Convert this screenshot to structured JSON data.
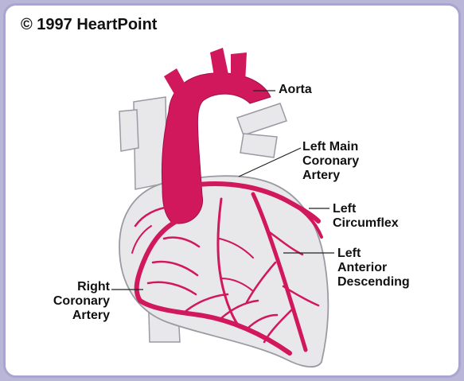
{
  "copyright": "© 1997 HeartPoint",
  "labels": {
    "aorta": "Aorta",
    "left_main": [
      "Left Main",
      "Coronary",
      "Artery"
    ],
    "left_circumflex": [
      "Left",
      "Circumflex"
    ],
    "left_anterior_descending": [
      "Left",
      "Anterior",
      "Descending"
    ],
    "right_coronary": [
      "Right",
      "Coronary",
      "Artery"
    ]
  },
  "colors": {
    "artery": "#d1185c",
    "heart_fill": "#e8e8ea",
    "heart_outline": "#9a9aa3",
    "frame_border": "#a9a5cf",
    "background": "#b9b6d8"
  }
}
